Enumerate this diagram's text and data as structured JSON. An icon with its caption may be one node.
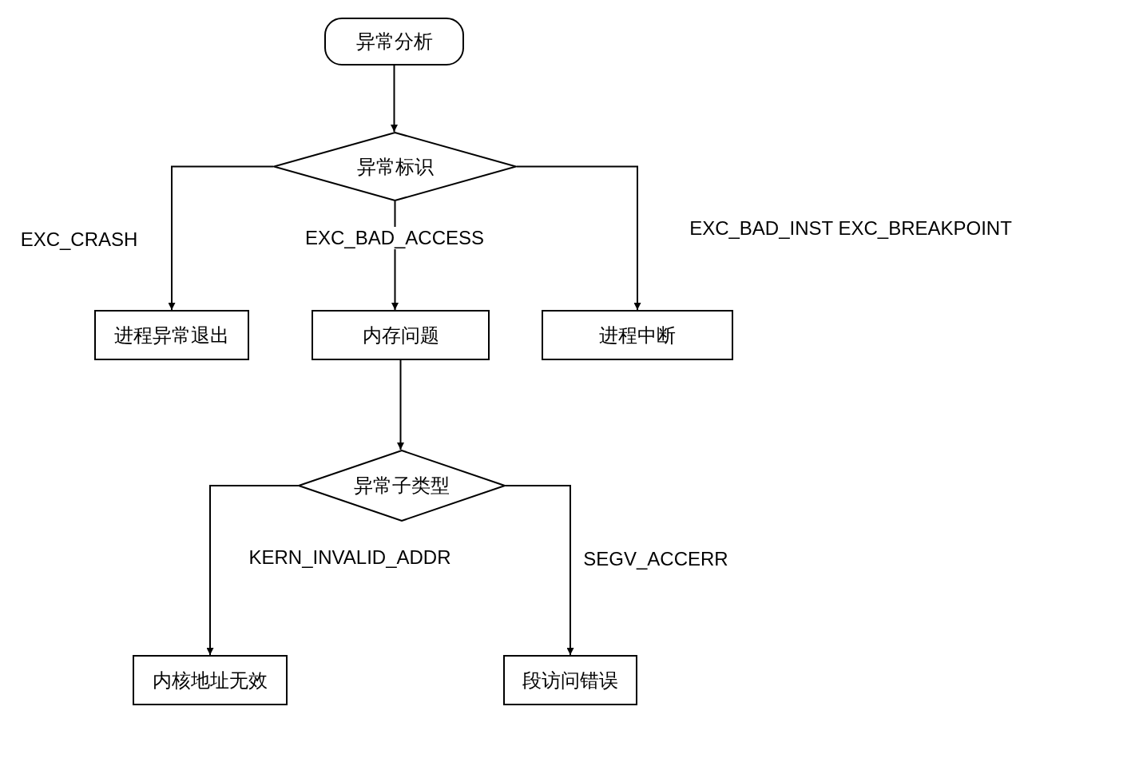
{
  "diagram": {
    "nodes": [
      {
        "text": [
          "异常分析"
        ]
      },
      {
        "text": [
          "异常标识"
        ]
      },
      {
        "text": [
          "进程异常退出"
        ]
      },
      {
        "text": [
          "内存问题"
        ]
      },
      {
        "text": [
          "进程中断"
        ]
      },
      {
        "text": [
          "异常子类型"
        ]
      },
      {
        "text": [
          "内核地址无效"
        ]
      },
      {
        "text": [
          "段访问错误"
        ]
      }
    ],
    "edges": [
      {
        "from": 0,
        "to": 1,
        "arrow": "to"
      },
      {
        "from": 1,
        "to": 2,
        "arrow": "to",
        "label": "EXC_CRASH"
      },
      {
        "from": 1,
        "to": 3,
        "arrow": "to",
        "label": "EXC_BAD_ACCESS"
      },
      {
        "from": 1,
        "to": 4,
        "arrow": "to",
        "label": "EXC_BAD_INST EXC_BREAKPOINT"
      },
      {
        "from": 3,
        "to": 5,
        "arrow": "to"
      },
      {
        "from": 5,
        "to": 6,
        "arrow": "to",
        "label": "KERN_INVALID_ADDR"
      },
      {
        "from": 5,
        "to": 7,
        "arrow": "to",
        "label": "SEGV_ACCERR"
      }
    ]
  }
}
